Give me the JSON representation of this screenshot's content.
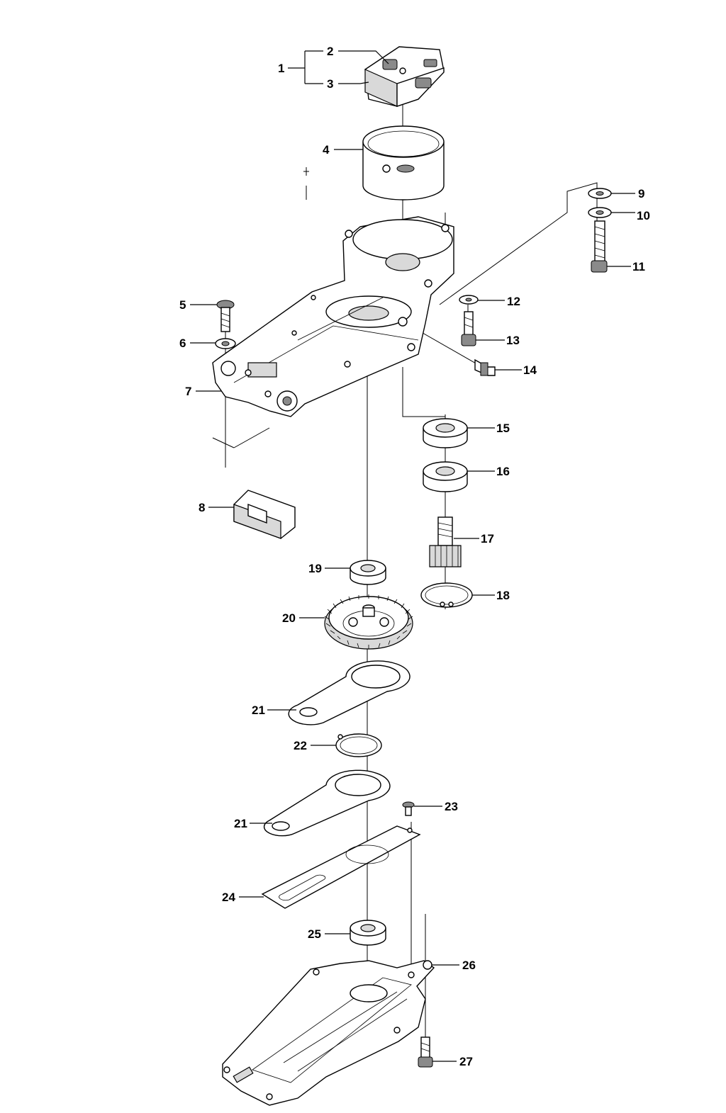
{
  "diagram": {
    "callouts": [
      "1",
      "2",
      "3",
      "4",
      "5",
      "6",
      "7",
      "8",
      "9",
      "10",
      "11",
      "12",
      "13",
      "14",
      "15",
      "16",
      "17",
      "18",
      "19",
      "20",
      "21",
      "21",
      "22",
      "23",
      "24",
      "25",
      "26",
      "27"
    ]
  }
}
